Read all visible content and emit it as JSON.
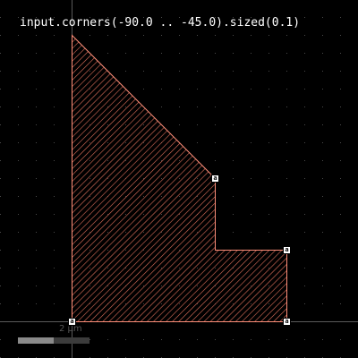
{
  "title": "input.corners(-90.0 .. -45.0).sized(0.1)",
  "colors": {
    "background": "#000000",
    "grid_dot": "#4a4a4a",
    "axis": "#5a5a5a",
    "polygon_stroke": "#ff8f7a",
    "hatch": "#e0705c",
    "marker": "#ffffff"
  },
  "markers": [
    {
      "label": "a"
    },
    {
      "label": "a"
    },
    {
      "label": "a"
    },
    {
      "label": "a"
    }
  ],
  "scale_bar": {
    "label": "2 µm"
  }
}
